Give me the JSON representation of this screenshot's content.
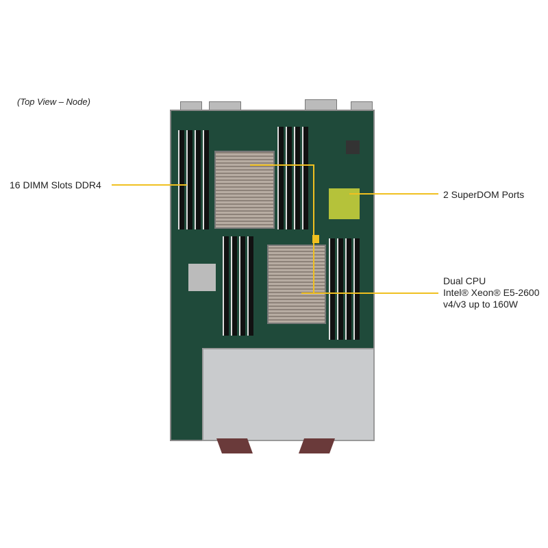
{
  "caption": "(Top View – Node)",
  "callouts": {
    "dimm": "16 DIMM Slots DDR4",
    "superdom": "2 SuperDOM Ports",
    "cpu": [
      "Dual CPU",
      "Intel® Xeon® E5-2600",
      "v4/v3 up to 160W"
    ]
  },
  "colors": {
    "callout_line": "#f0c020",
    "pcb": "#1f4a3a"
  }
}
